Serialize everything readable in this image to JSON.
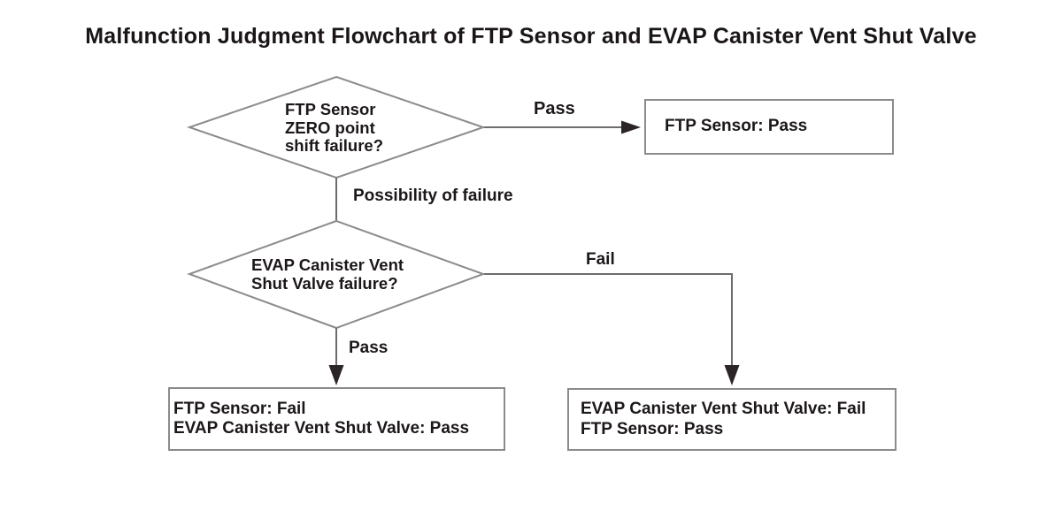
{
  "title": "Malfunction Judgment Flowchart of FTP Sensor and EVAP Canister Vent Shut Valve",
  "colors": {
    "background": "#ffffff",
    "shape_border": "#8d8a8a",
    "connector_line": "#6e6b6b",
    "arrowhead": "#2b2526",
    "text": "#1c1718"
  },
  "flowchart": {
    "decision_ftp": {
      "line1": "FTP Sensor",
      "line2": "ZERO point",
      "line3": "shift failure?"
    },
    "decision_evap": {
      "line1": "EVAP Canister Vent",
      "line2": "Shut Valve failure?"
    },
    "result_ftp_pass": {
      "line1": "FTP Sensor: Pass"
    },
    "result_ftp_fail": {
      "line1": "FTP Sensor: Fail",
      "line2": "EVAP Canister Vent Shut Valve: Pass"
    },
    "result_evap_fail": {
      "line1": "EVAP Canister Vent Shut Valve: Fail",
      "line2": "FTP Sensor: Pass"
    },
    "edge_labels": {
      "pass_right": "Pass",
      "possibility": "Possibility of failure",
      "fail_right": "Fail",
      "pass_down": "Pass"
    }
  }
}
